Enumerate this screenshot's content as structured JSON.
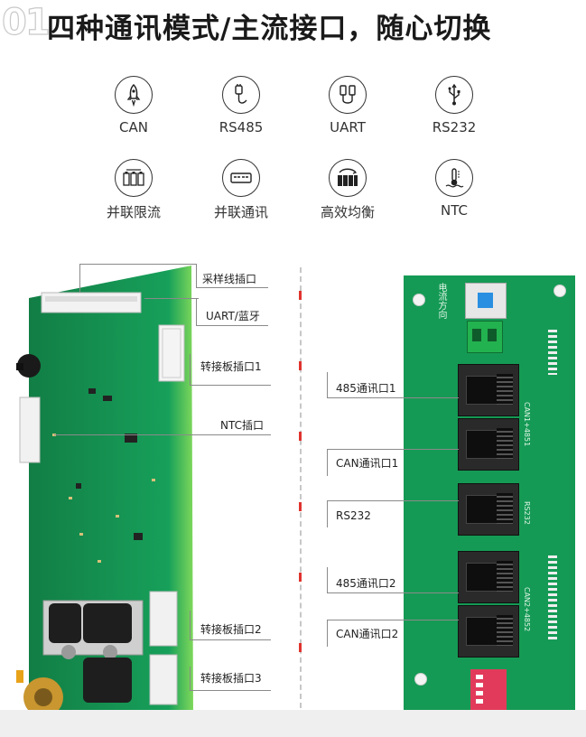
{
  "header": {
    "number": "01",
    "title": "四种通讯模式/主流接口，随心切换"
  },
  "modes": [
    {
      "label": "CAN",
      "icon": "rocket-icon"
    },
    {
      "label": "RS485",
      "icon": "rs485-cable-icon"
    },
    {
      "label": "UART",
      "icon": "uart-connector-icon"
    },
    {
      "label": "RS232",
      "icon": "usb-trident-icon"
    },
    {
      "label": "并联限流",
      "icon": "battery-pack-icon"
    },
    {
      "label": "并联通讯",
      "icon": "network-port-icon"
    },
    {
      "label": "高效均衡",
      "icon": "balance-battery-icon"
    },
    {
      "label": "NTC",
      "icon": "thermometer-icon"
    }
  ],
  "left_board": {
    "labels": [
      "采样线插口",
      "UART/蓝牙",
      "转接板插口1",
      "NTC插口",
      "转接板插口2",
      "转接板插口3"
    ]
  },
  "right_board": {
    "labels": [
      "485通讯口1",
      "CAN通讯口1",
      "RS232",
      "485通讯口2",
      "CAN通讯口2"
    ],
    "silk": {
      "top_arrow": "电流方向",
      "can1": "CAN1+4851",
      "rs232": "RS232",
      "can2": "CAN2+4852"
    }
  },
  "colors": {
    "pcb": "#159a55",
    "pcb_light": "#1faa60",
    "accent_red": "#e0332e"
  }
}
